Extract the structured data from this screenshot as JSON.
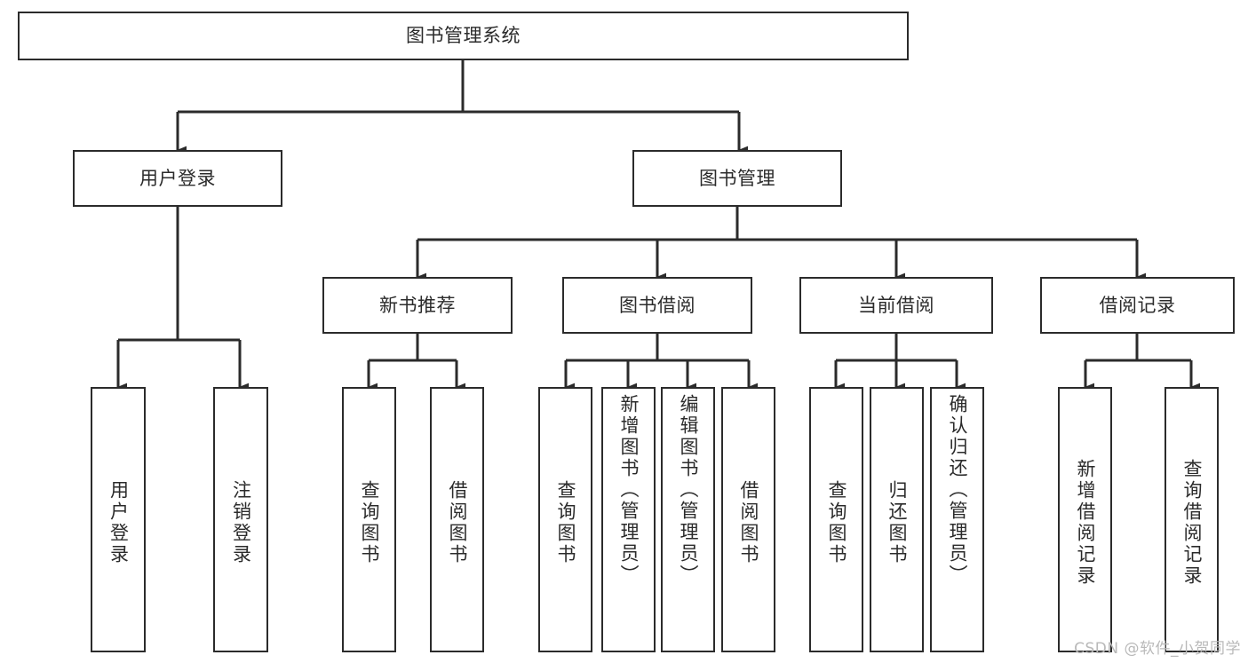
{
  "diagram": {
    "title": "图书管理系统",
    "type": "hierarchy-tree",
    "root": {
      "id": "root",
      "label": "图书管理系统"
    },
    "level1": [
      {
        "id": "user-login",
        "label": "用户登录"
      },
      {
        "id": "book-management",
        "label": "图书管理"
      }
    ],
    "level2": [
      {
        "id": "new-book-recommend",
        "label": "新书推荐",
        "parent": "book-management"
      },
      {
        "id": "book-borrow",
        "label": "图书借阅",
        "parent": "book-management"
      },
      {
        "id": "current-borrow",
        "label": "当前借阅",
        "parent": "book-management"
      },
      {
        "id": "borrow-record",
        "label": "借阅记录",
        "parent": "book-management"
      }
    ],
    "leaves": [
      {
        "id": "leaf-user-login",
        "label": "用户登录",
        "parent": "user-login"
      },
      {
        "id": "leaf-logout",
        "label": "注销登录",
        "parent": "user-login"
      },
      {
        "id": "leaf-query-book-1",
        "label": "查询图书",
        "parent": "new-book-recommend"
      },
      {
        "id": "leaf-borrow-book-1",
        "label": "借阅图书",
        "parent": "new-book-recommend"
      },
      {
        "id": "leaf-query-book-2",
        "label": "查询图书",
        "parent": "book-borrow"
      },
      {
        "id": "leaf-add-book",
        "label": "新增图书（管理员）",
        "parent": "book-borrow"
      },
      {
        "id": "leaf-edit-book",
        "label": "编辑图书（管理员）",
        "parent": "book-borrow"
      },
      {
        "id": "leaf-borrow-book-2",
        "label": "借阅图书",
        "parent": "book-borrow"
      },
      {
        "id": "leaf-query-book-3",
        "label": "查询图书",
        "parent": "current-borrow"
      },
      {
        "id": "leaf-return-book",
        "label": "归还图书",
        "parent": "current-borrow"
      },
      {
        "id": "leaf-confirm-return",
        "label": "确认归还（管理员）",
        "parent": "current-borrow"
      },
      {
        "id": "leaf-add-record",
        "label": "新增借阅记录",
        "parent": "borrow-record"
      },
      {
        "id": "leaf-query-record",
        "label": "查询借阅记录",
        "parent": "borrow-record"
      }
    ],
    "colors": {
      "stroke": "#2b2b2b",
      "fill": "#ffffff",
      "background": "#ffffff",
      "watermark": "#b9b9b9"
    }
  },
  "watermark": {
    "text": "CSDN @软件_小贺同学"
  }
}
